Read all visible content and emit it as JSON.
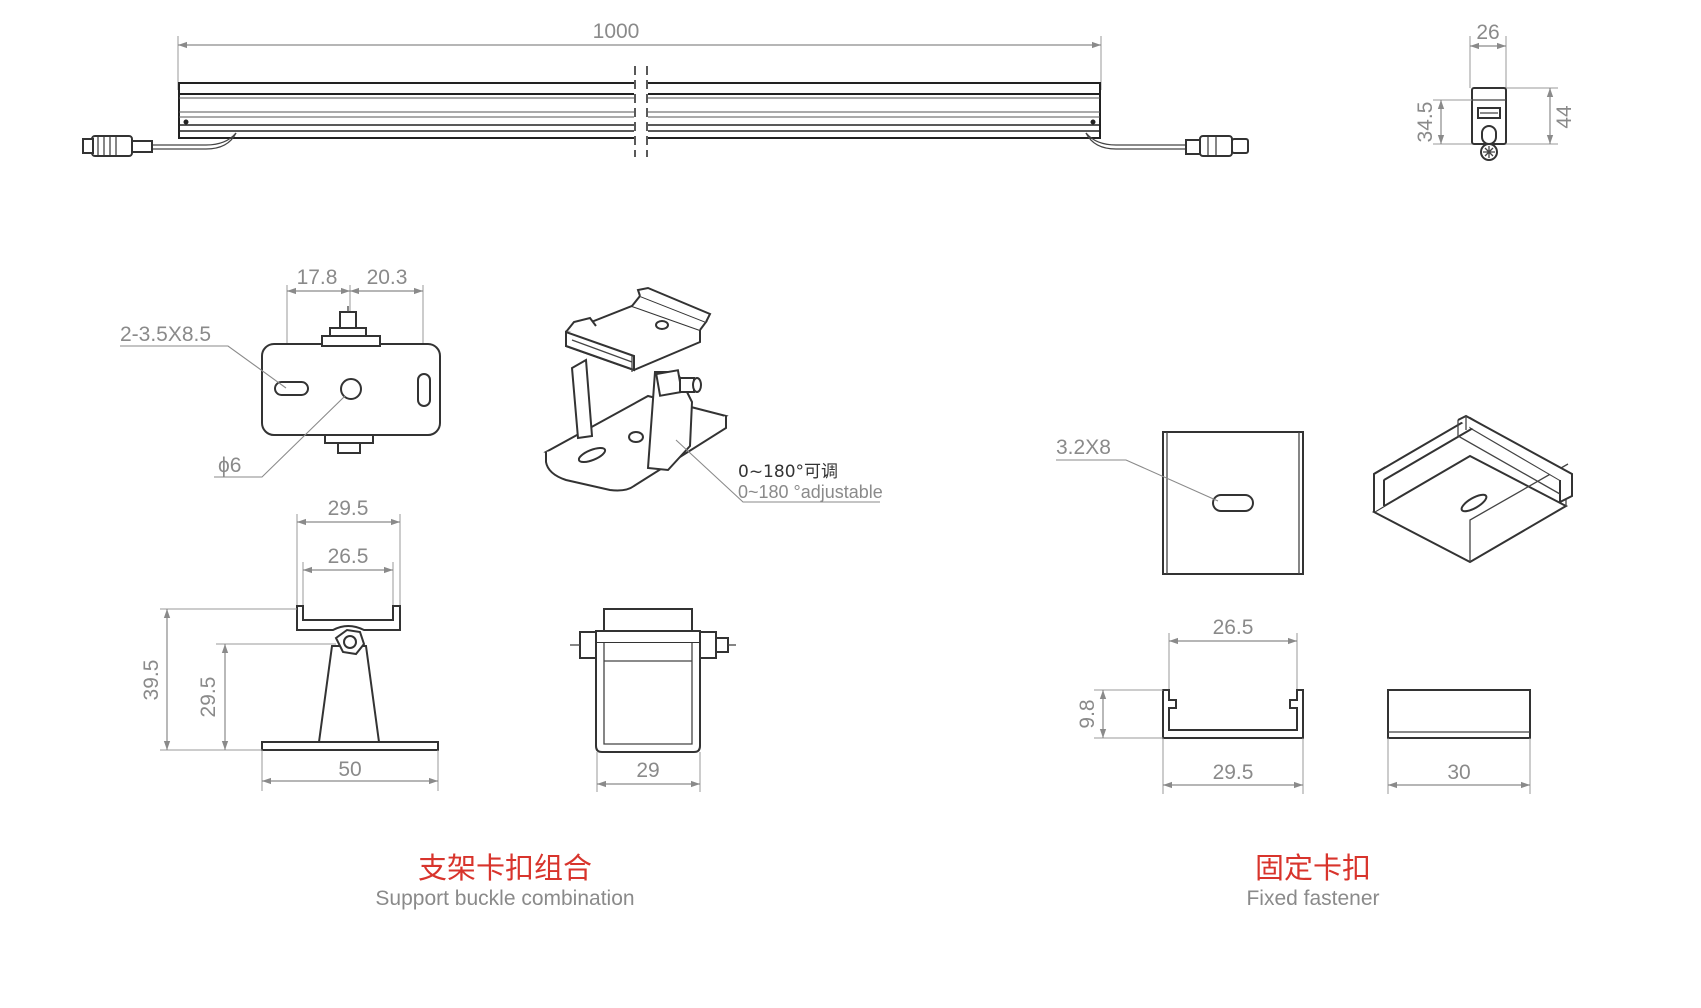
{
  "fixture": {
    "length_label": "1000",
    "end_width_label": "26",
    "end_inner_height_label": "34.5",
    "end_height_label": "44"
  },
  "bracket": {
    "top": {
      "dim_left": "17.8",
      "dim_right": "20.3",
      "slot_label": "2-3.5X8.5",
      "hole_label": "ϕ6"
    },
    "iso_note": {
      "cn": "0~180°可调",
      "en": "0~180 °adjustable"
    },
    "front": {
      "outer_width": "29.5",
      "inner_width": "26.5",
      "total_height": "39.5",
      "pivot_height": "29.5",
      "base_width": "50"
    },
    "side": {
      "width": "29"
    },
    "caption_cn": "支架卡扣组合",
    "caption_en": "Support buckle combination"
  },
  "fastener": {
    "slot_label": "3.2X8",
    "profile": {
      "inner_width": "26.5",
      "height": "9.8",
      "outer_width": "29.5"
    },
    "side_width": "30",
    "caption_cn": "固定卡扣",
    "caption_en": "Fixed fastener"
  }
}
